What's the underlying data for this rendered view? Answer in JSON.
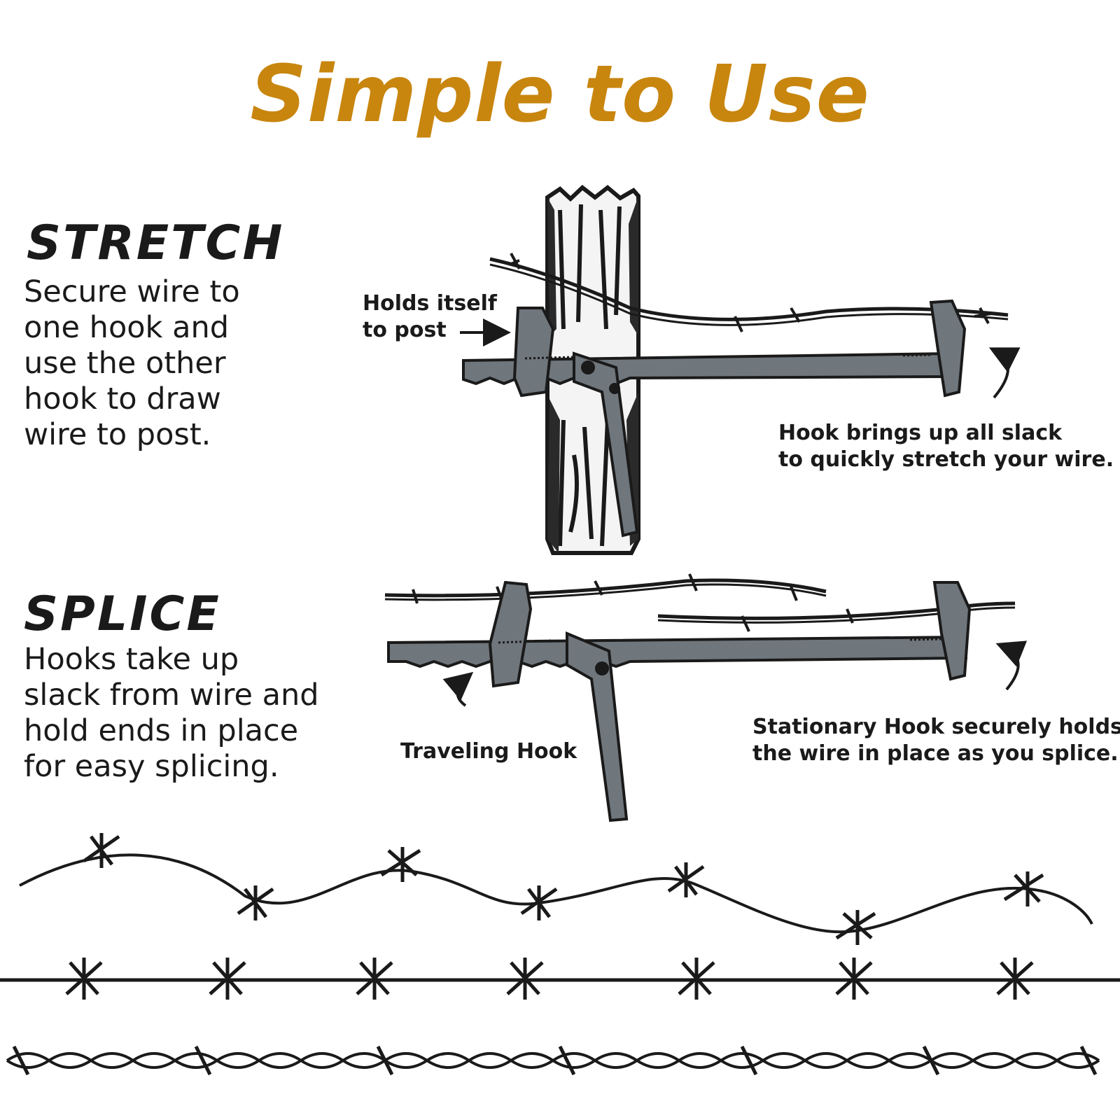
{
  "title": "Simple to Use",
  "stretch": {
    "heading": "STRETCH",
    "body": [
      "Secure wire to",
      "one hook and",
      "use the other",
      "hook to draw",
      "wire to post."
    ],
    "callout_post": [
      "Holds itself",
      "to post"
    ],
    "callout_hook": [
      "Hook brings up all slack",
      "to quickly stretch your wire."
    ]
  },
  "splice": {
    "heading": "SPLICE",
    "body": [
      "Hooks take up",
      "slack from wire and",
      "hold ends in place",
      "for easy splicing."
    ],
    "callout_traveling": "Traveling Hook",
    "callout_stationary": [
      "Stationary Hook securely holds",
      "the wire in place as you splice."
    ]
  },
  "colors": {
    "title": "#C8860F",
    "tool": "#6f767c",
    "ink": "#1a1a1a"
  },
  "icons": [
    "fence-post-icon",
    "wire-stretcher-tool-icon",
    "barbed-wire-icon",
    "arrow-icon"
  ]
}
